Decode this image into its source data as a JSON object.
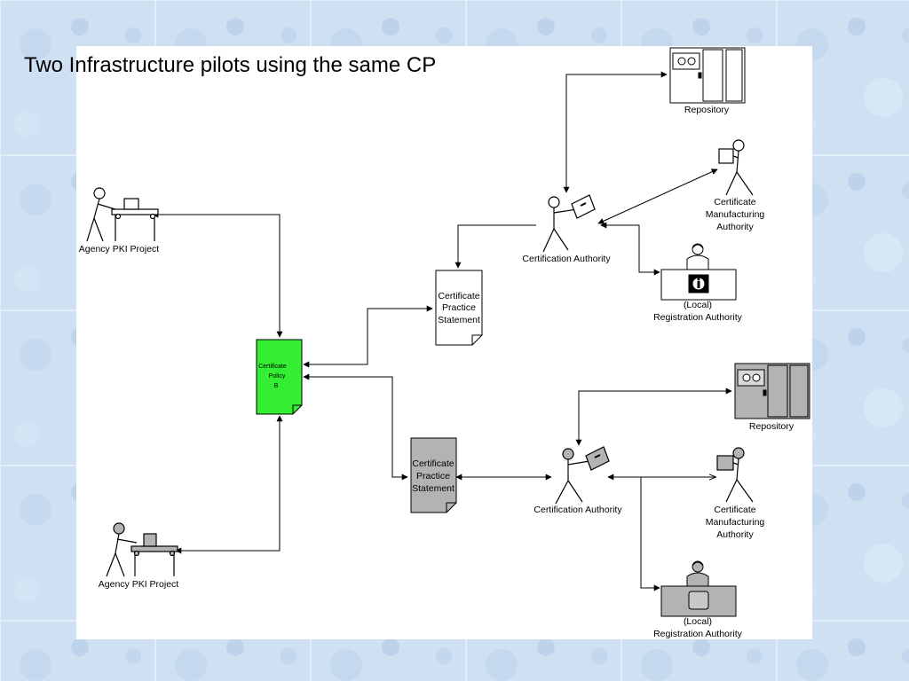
{
  "title": "Two Infrastructure pilots using the same CP",
  "colors": {
    "background": "#cfe0f2",
    "panel": "#ffffff",
    "policy_fill": "#33ee33",
    "gray_fill": "#b3b3b3"
  },
  "policy": {
    "line1": "Certificate",
    "line2": "Policy",
    "line3": "B",
    "icon": "document-icon"
  },
  "pilot_top": {
    "agency": {
      "label": "Agency PKI Project",
      "icon": "person-at-workbench-icon"
    },
    "cps": {
      "line1": "Certificate",
      "line2": "Practice",
      "line3": "Statement",
      "icon": "document-icon"
    },
    "ca": {
      "label": "Certification Authority",
      "icon": "person-with-certificate-icon"
    },
    "repository": {
      "label": "Repository",
      "icon": "storage-server-icon"
    },
    "cma": {
      "line1": "Certificate",
      "line2": "Manufacturing",
      "line3": "Authority",
      "icon": "person-carrying-box-icon"
    },
    "lra": {
      "line1": "(Local)",
      "line2": "Registration Authority",
      "icon": "info-desk-icon"
    }
  },
  "pilot_bottom": {
    "agency": {
      "label": "Agency PKI Project",
      "icon": "person-at-workbench-icon"
    },
    "cps": {
      "line1": "Certificate",
      "line2": "Practice",
      "line3": "Statement",
      "icon": "document-icon"
    },
    "ca": {
      "label": "Certification Authority",
      "icon": "person-with-certificate-icon"
    },
    "repository": {
      "label": "Repository",
      "icon": "storage-server-icon"
    },
    "cma": {
      "line1": "Certificate",
      "line2": "Manufacturing",
      "line3": "Authority",
      "icon": "person-carrying-box-icon"
    },
    "lra": {
      "line1": "(Local)",
      "line2": "Registration Authority",
      "icon": "desk-operator-icon"
    }
  }
}
